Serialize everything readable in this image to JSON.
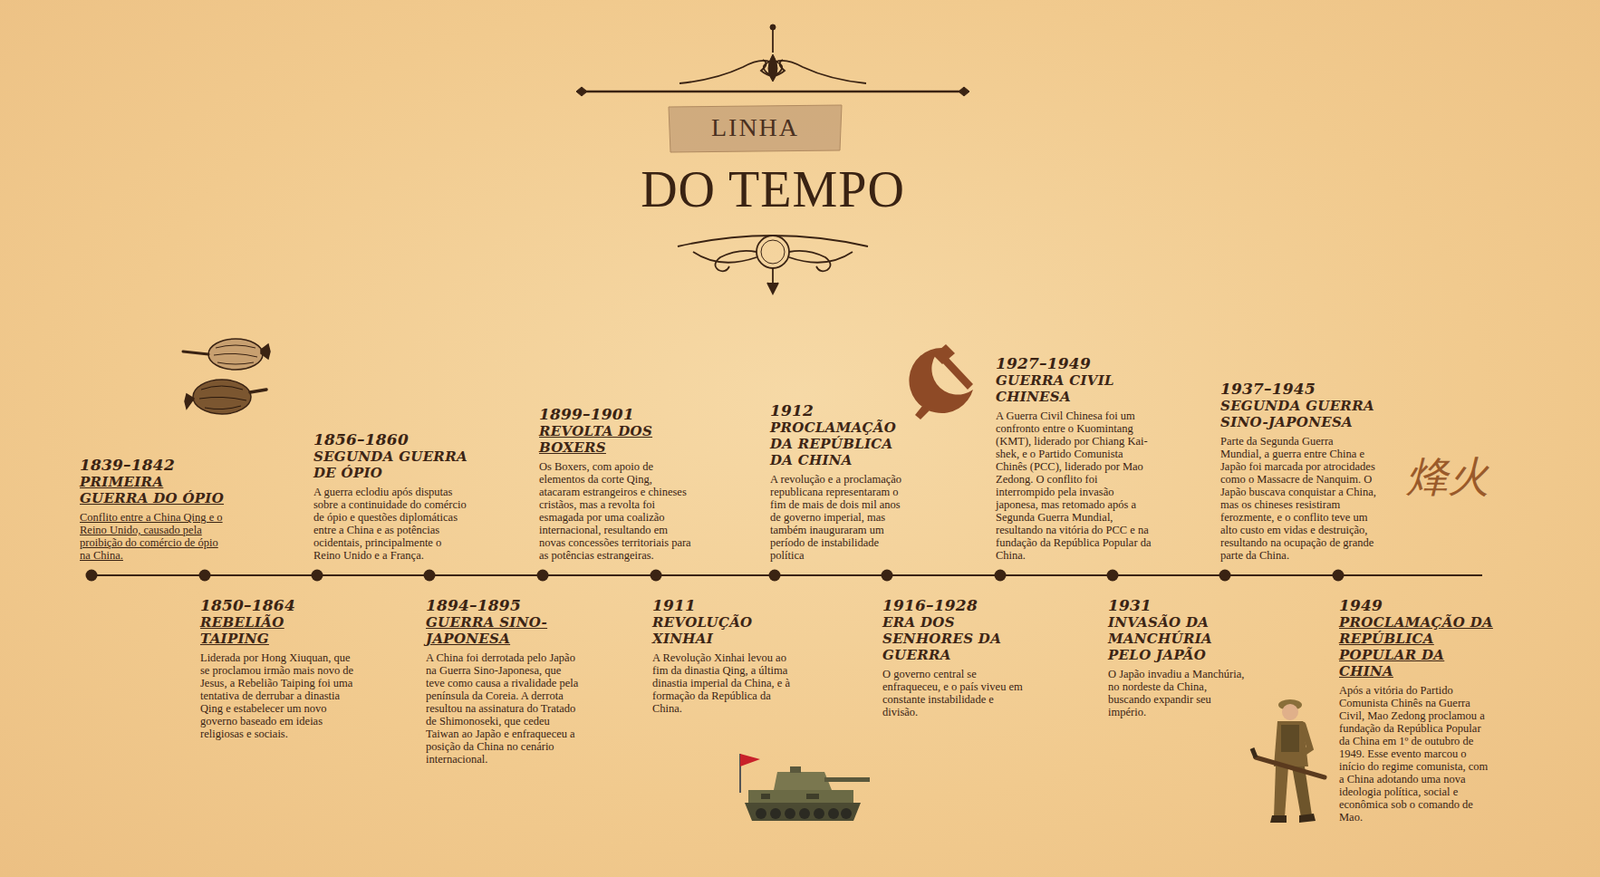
{
  "diagram": {
    "title": "DO TEMPO",
    "nodes": [
      {
        "text": [
          "1839–1842",
          "PRIMEIRA GUERRA DO ÓPIO",
          "Conflito entre a China Qing e o Reino Unido, causado pela proibição do comércio de ópio na China."
        ]
      },
      {
        "text": [
          "1850–1864",
          "REBELIÃO TAIPING",
          "Liderada por Hong Xiuquan, que se proclamou irmão mais novo de Jesus, a Rebelião Taiping foi uma tentativa de derrubar a dinastia Qing e estabelecer um novo governo baseado em ideias religiosas e sociais."
        ]
      },
      {
        "text": [
          "1856–1860",
          "SEGUNDA GUERRA DE ÓPIO",
          "A guerra eclodiu após disputas sobre a continuidade do comércio de ópio e questões diplomáticas entre a China e as potências ocidentais, principalmente o Reino Unido e a França."
        ]
      },
      {
        "text": [
          "1894–1895",
          "GUERRA SINO-JAPONESA",
          "A China foi derrotada pelo Japão na Guerra Sino-Japonesa, que teve como causa a rivalidade pela península da Coreia. A derrota resultou na assinatura do Tratado de Shimonoseki, que cedeu Taiwan ao Japão e enfraqueceu a posição da China no cenário internacional."
        ]
      },
      {
        "text": [
          "1899–1901",
          "REVOLTA DOS BOXERS",
          "Os Boxers, com apoio de elementos da corte Qing, atacaram estrangeiros e chineses cristãos, mas a revolta foi esmagada por uma coalizão internacional, resultando em novas concessões territoriais para as potências estrangeiras."
        ]
      },
      {
        "text": [
          "1911",
          "REVOLUÇÃO XINHAI",
          "A Revolução Xinhai levou ao fim da dinastia Qing, a última dinastia imperial da China, e à formação da República da China."
        ]
      },
      {
        "text": [
          "1912",
          "PROCLAMAÇÃO DA REPÚBLICA DA CHINA",
          "A revolução e a proclamação republicana representaram o fim de mais de dois mil anos de governo imperial, mas também inauguraram um período de instabilidade política"
        ]
      },
      {
        "text": [
          "1916–1928",
          "ERA DOS SENHORES DA GUERRA",
          "O governo central se enfraqueceu, e o país viveu em constante instabilidade e divisão."
        ]
      },
      {
        "text": [
          "1927–1949",
          "GUERRA CIVIL CHINESA",
          "A Guerra Civil Chinesa foi um confronto entre o Kuomintang (KMT), liderado por Chiang Kai-shek, e o Partido Comunista Chinês (PCC), liderado por Mao Zedong. O conflito foi interrompido pela invasão japonesa, mas retomado após a Segunda Guerra Mundial, resultando na vitória do PCC e na fundação da República Popular da China."
        ]
      },
      {
        "text": [
          "1931",
          "INVASÃO DA MANCHÚRIA PELO JAPÃO",
          "O Japão invadiu a Manchúria, no nordeste da China, buscando expandir seu império."
        ]
      },
      {
        "text": [
          "1937–1945",
          "SEGUNDA GUERRA SINO-JAPONESA",
          "Parte da Segunda Guerra Mundial, a guerra entre China e Japão foi marcada por atrocidades como o Massacre de Nanquim. O Japão buscava conquistar a China, mas os chineses resistiram ferozmente, e o conflito teve um alto custo em vidas e destruição, resultando na ocupação de grande parte da China."
        ]
      },
      {
        "text": [
          "1949",
          "PROCLAMAÇÃO DA REPÚBLICA POPULAR DA CHINA",
          "Após a vitória do Partido Comunista Chinês na Guerra Civil, Mao Zedong proclamou a fundação da República Popular da China em 1º de outubro de 1949. Esse evento marcou o início do regime comunista, com a China adotando uma nova ideologia política, social e econômica sob o comando de Mao."
        ]
      }
    ],
    "labels": [
      "LINHA",
      "烽火"
    ]
  }
}
